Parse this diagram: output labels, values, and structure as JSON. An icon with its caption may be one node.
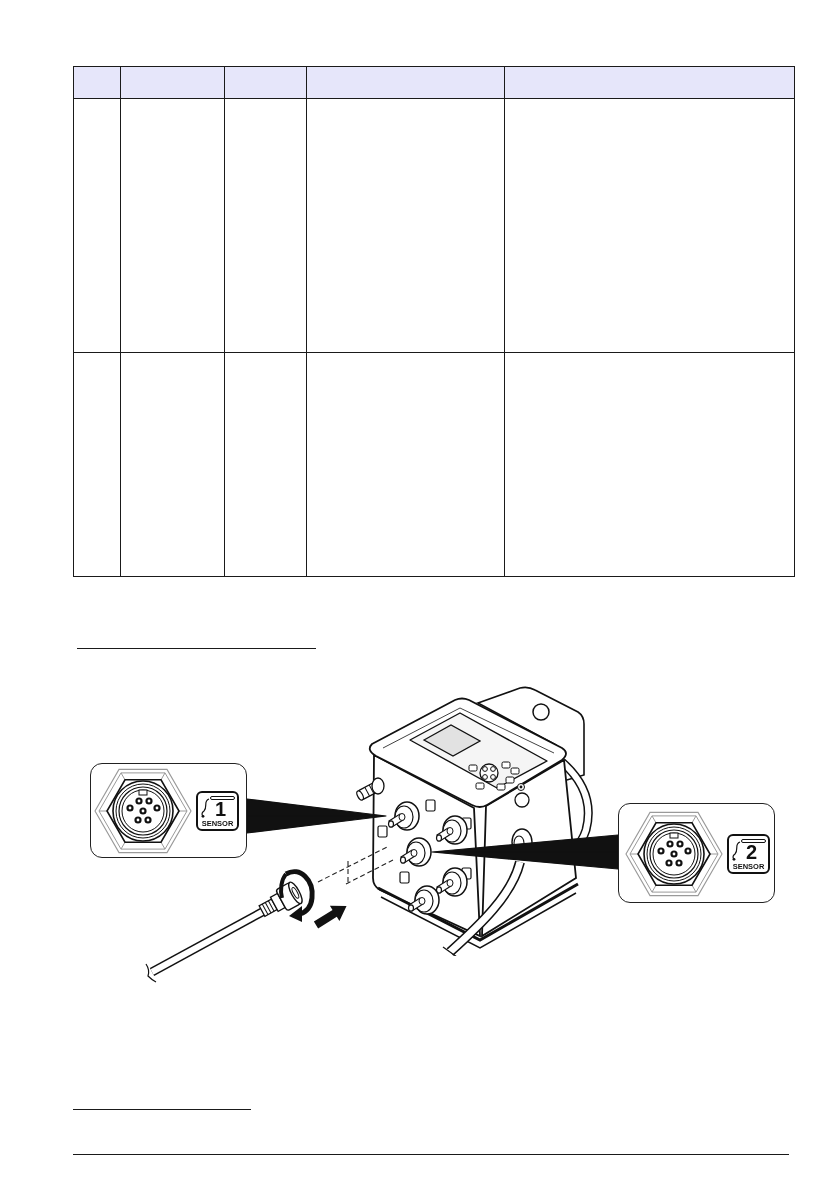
{
  "diagram": {
    "nodes": [
      {
        "text": [
          "1",
          "SENSOR"
        ]
      },
      {
        "text": [],
        "shape": "picture"
      },
      {
        "text": [
          "2",
          "SENSOR"
        ]
      },
      {
        "text": [],
        "shape": "picture"
      },
      {
        "text": [],
        "shape": "picture"
      },
      {
        "text": [],
        "shape": "picture"
      },
      {
        "text": [],
        "shape": "picture"
      }
    ],
    "edges": [
      {
        "from": 0,
        "to": 1,
        "arrow": "none"
      },
      {
        "from": 2,
        "to": 3,
        "arrow": "none"
      }
    ]
  }
}
